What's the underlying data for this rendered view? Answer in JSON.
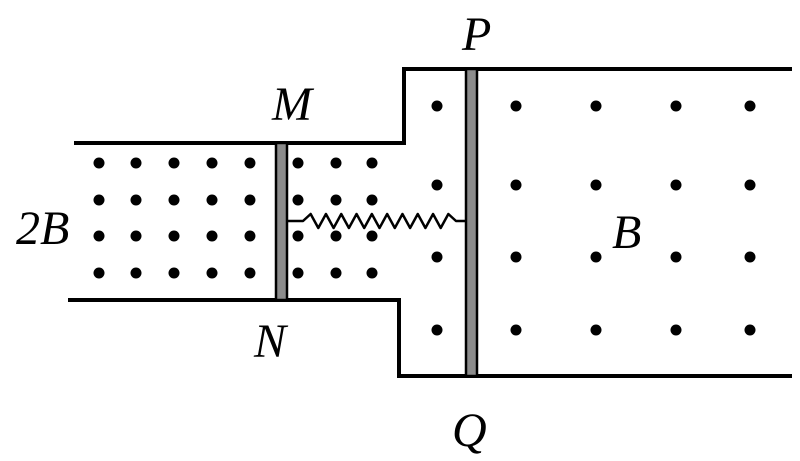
{
  "labels": {
    "M": "M",
    "N": "N",
    "P": "P",
    "Q": "Q",
    "left_field": "2B",
    "right_field": "B"
  },
  "colors": {
    "ink": "#000000",
    "rod_fill": "#8c8c8c",
    "background": "#ffffff"
  }
}
